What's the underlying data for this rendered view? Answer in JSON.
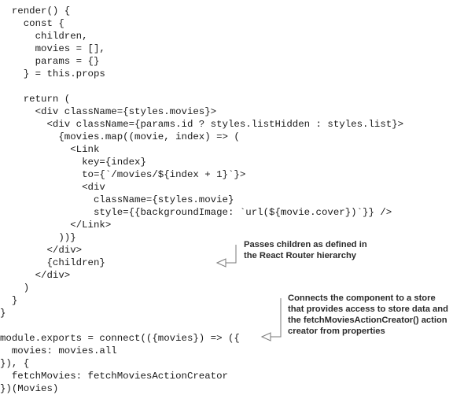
{
  "code_lines": [
    "  render() {",
    "    const {",
    "      children,",
    "      movies = [],",
    "      params = {}",
    "    } = this.props",
    "",
    "    return (",
    "      <div className={styles.movies}>",
    "        <div className={params.id ? styles.listHidden : styles.list}>",
    "          {movies.map((movie, index) => (",
    "            <Link",
    "              key={index}",
    "              to={`/movies/${index + 1}`}>",
    "              <div",
    "                className={styles.movie}",
    "                style={{backgroundImage: `url(${movie.cover})`}} />",
    "            </Link>",
    "          ))}",
    "        </div>",
    "        {children}",
    "      </div>",
    "    )",
    "  }",
    "}",
    "",
    "module.exports = connect(({movies}) => ({",
    "  movies: movies.all",
    "}), {",
    "  fetchMovies: fetchMoviesActionCreator",
    "})(Movies)"
  ],
  "annotations": [
    {
      "lines": [
        "Passes children as defined in",
        "the React Router hierarchy"
      ]
    },
    {
      "lines": [
        "Connects the component to a store",
        "that provides access to store data and",
        "the fetchMoviesActionCreator() action",
        "creator from properties"
      ]
    }
  ]
}
